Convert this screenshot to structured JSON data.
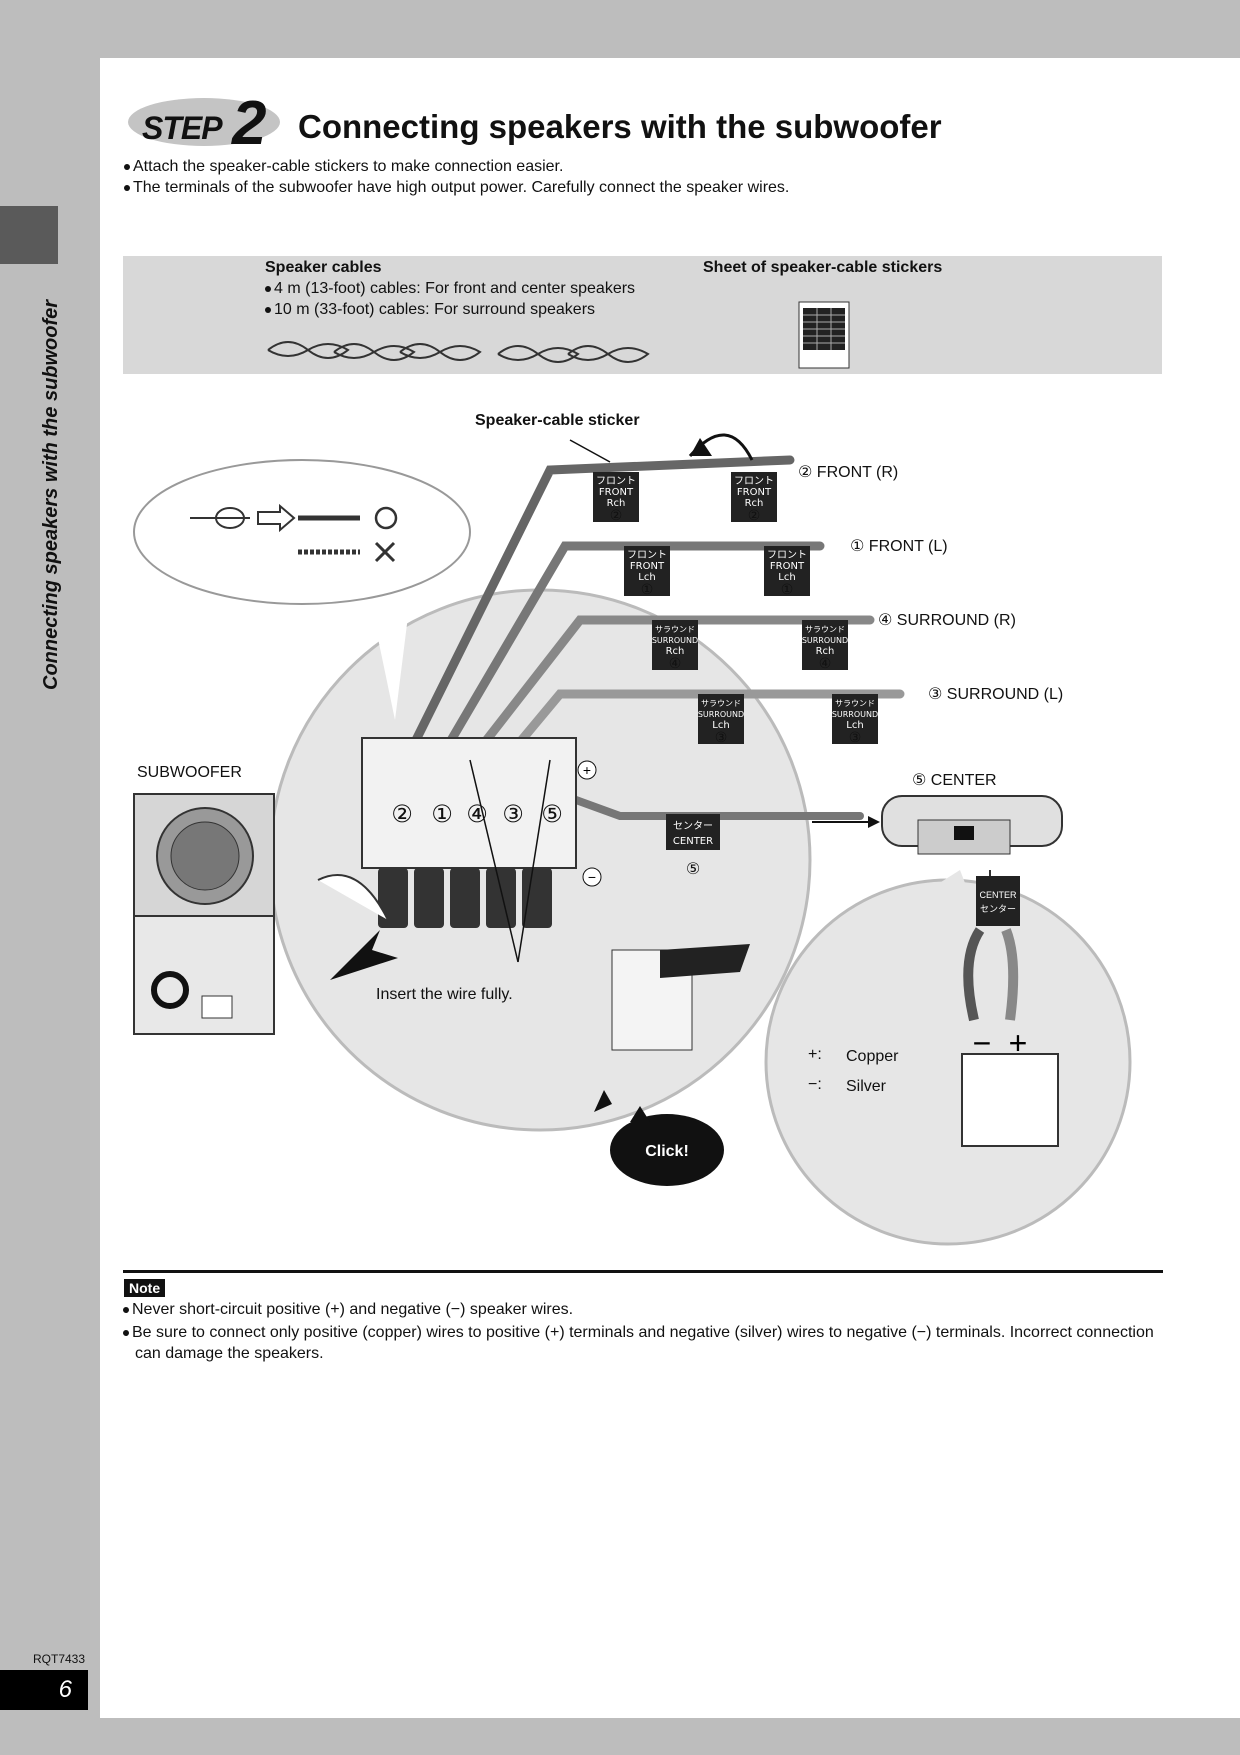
{
  "side": {
    "title": "Connecting speakers with the subwoofer",
    "doc_code": "RQT7433",
    "page_number": "6"
  },
  "header": {
    "step_word": "STEP",
    "step_number": "2",
    "title": "Connecting speakers with the subwoofer"
  },
  "intro": [
    "Attach the speaker-cable stickers to make connection easier.",
    "The terminals of the subwoofer have high output power. Carefully connect the speaker wires."
  ],
  "accessories": {
    "cables_title": "Speaker cables",
    "cables_lines": [
      "4 m (13-foot) cables: For front and center speakers",
      "10 m (33-foot) cables: For surround speakers"
    ],
    "sticker_title": "Sheet of speaker-cable stickers"
  },
  "diagram": {
    "sticker_label": "Speaker-cable sticker",
    "subwoofer_label": "SUBWOOFER",
    "channels": [
      "② FRONT (R)",
      "① FRONT (L)",
      "④ SURROUND (R)",
      "③ SURROUND (L)",
      "⑤ CENTER"
    ],
    "terminal_numbers": [
      "②",
      "①",
      "④",
      "③",
      "⑤"
    ],
    "insert_text": "Insert the wire fully.",
    "click_text": "Click!",
    "copper_label": "Copper",
    "silver_label": "Silver",
    "plus_symbol": "+:",
    "minus_symbol": "−:",
    "tag_front_r": [
      "フロント",
      "FRONT",
      "Rch"
    ],
    "tag_front_l": [
      "フロント",
      "FRONT",
      "Lch"
    ],
    "tag_surround_r": [
      "サラウンド",
      "SURROUND",
      "Rch"
    ],
    "tag_surround_l": [
      "サラウンド",
      "SURROUND",
      "Lch"
    ],
    "tag_center": [
      "センター",
      "CENTER"
    ]
  },
  "note": {
    "badge": "Note",
    "lines": [
      "Never short-circuit positive (+) and negative (−) speaker wires.",
      "Be sure to connect only positive (copper) wires to positive (+) terminals and negative (silver) wires to negative (−) terminals. Incorrect connection can damage the speakers."
    ]
  }
}
